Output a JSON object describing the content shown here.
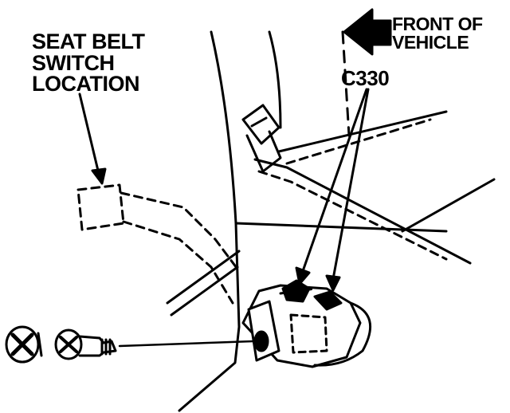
{
  "labels": {
    "seat_belt_switch_location": [
      "SEAT BELT",
      "SWITCH",
      "LOCATION"
    ],
    "front_of_vehicle": [
      "FRONT OF",
      "VEHICLE"
    ],
    "connector": "C330"
  }
}
